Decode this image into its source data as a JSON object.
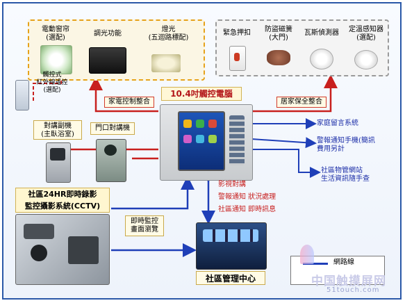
{
  "colors": {
    "accent_red": "#c8201e",
    "accent_blue": "#1f3fb8",
    "border_blue": "#2a58a8",
    "group_orange": "#e6a21a"
  },
  "center": {
    "title": "10.4吋觸控電腦"
  },
  "home_devices": [
    {
      "label": "電動窗帘\n(選配)"
    },
    {
      "label": "調光功能"
    },
    {
      "label": "燈光\n(五迴路標配)"
    }
  ],
  "remote": {
    "label": "觸控式\n紅外線遙控\n(選配)"
  },
  "security_devices": [
    {
      "label": "緊急押扣"
    },
    {
      "label": "防盜磁簧\n(大門)"
    },
    {
      "label": "瓦斯偵測器"
    },
    {
      "label": "定溫感知器\n(選配)"
    }
  ],
  "links": {
    "appliance": "家電控制整合",
    "security": "居家保全整合"
  },
  "intercoms": [
    {
      "label": "對講副機\n(主臥浴室)"
    },
    {
      "label": "門口對講機"
    }
  ],
  "features_right": [
    {
      "text": "家庭留言系統"
    },
    {
      "text": "警報通知手機(簡訊\n費用另計"
    },
    {
      "text": "社區物管網站\n生活資訊隨手查"
    }
  ],
  "features_mid": [
    {
      "text": "影視對講"
    },
    {
      "text": "警報通知 狀況處理"
    },
    {
      "text": "社區通知 即時訊息"
    }
  ],
  "cctv": {
    "title": "社區24HR即時錄影\n監控攝影系統(CCTV)",
    "monitor": "即時監控\n畫面瀏覽"
  },
  "mgmt": {
    "label": "社區管理中心"
  },
  "legend": {
    "label": "網路線"
  },
  "watermark": {
    "text": "中国触摸屏网",
    "url": "51touch.com"
  }
}
